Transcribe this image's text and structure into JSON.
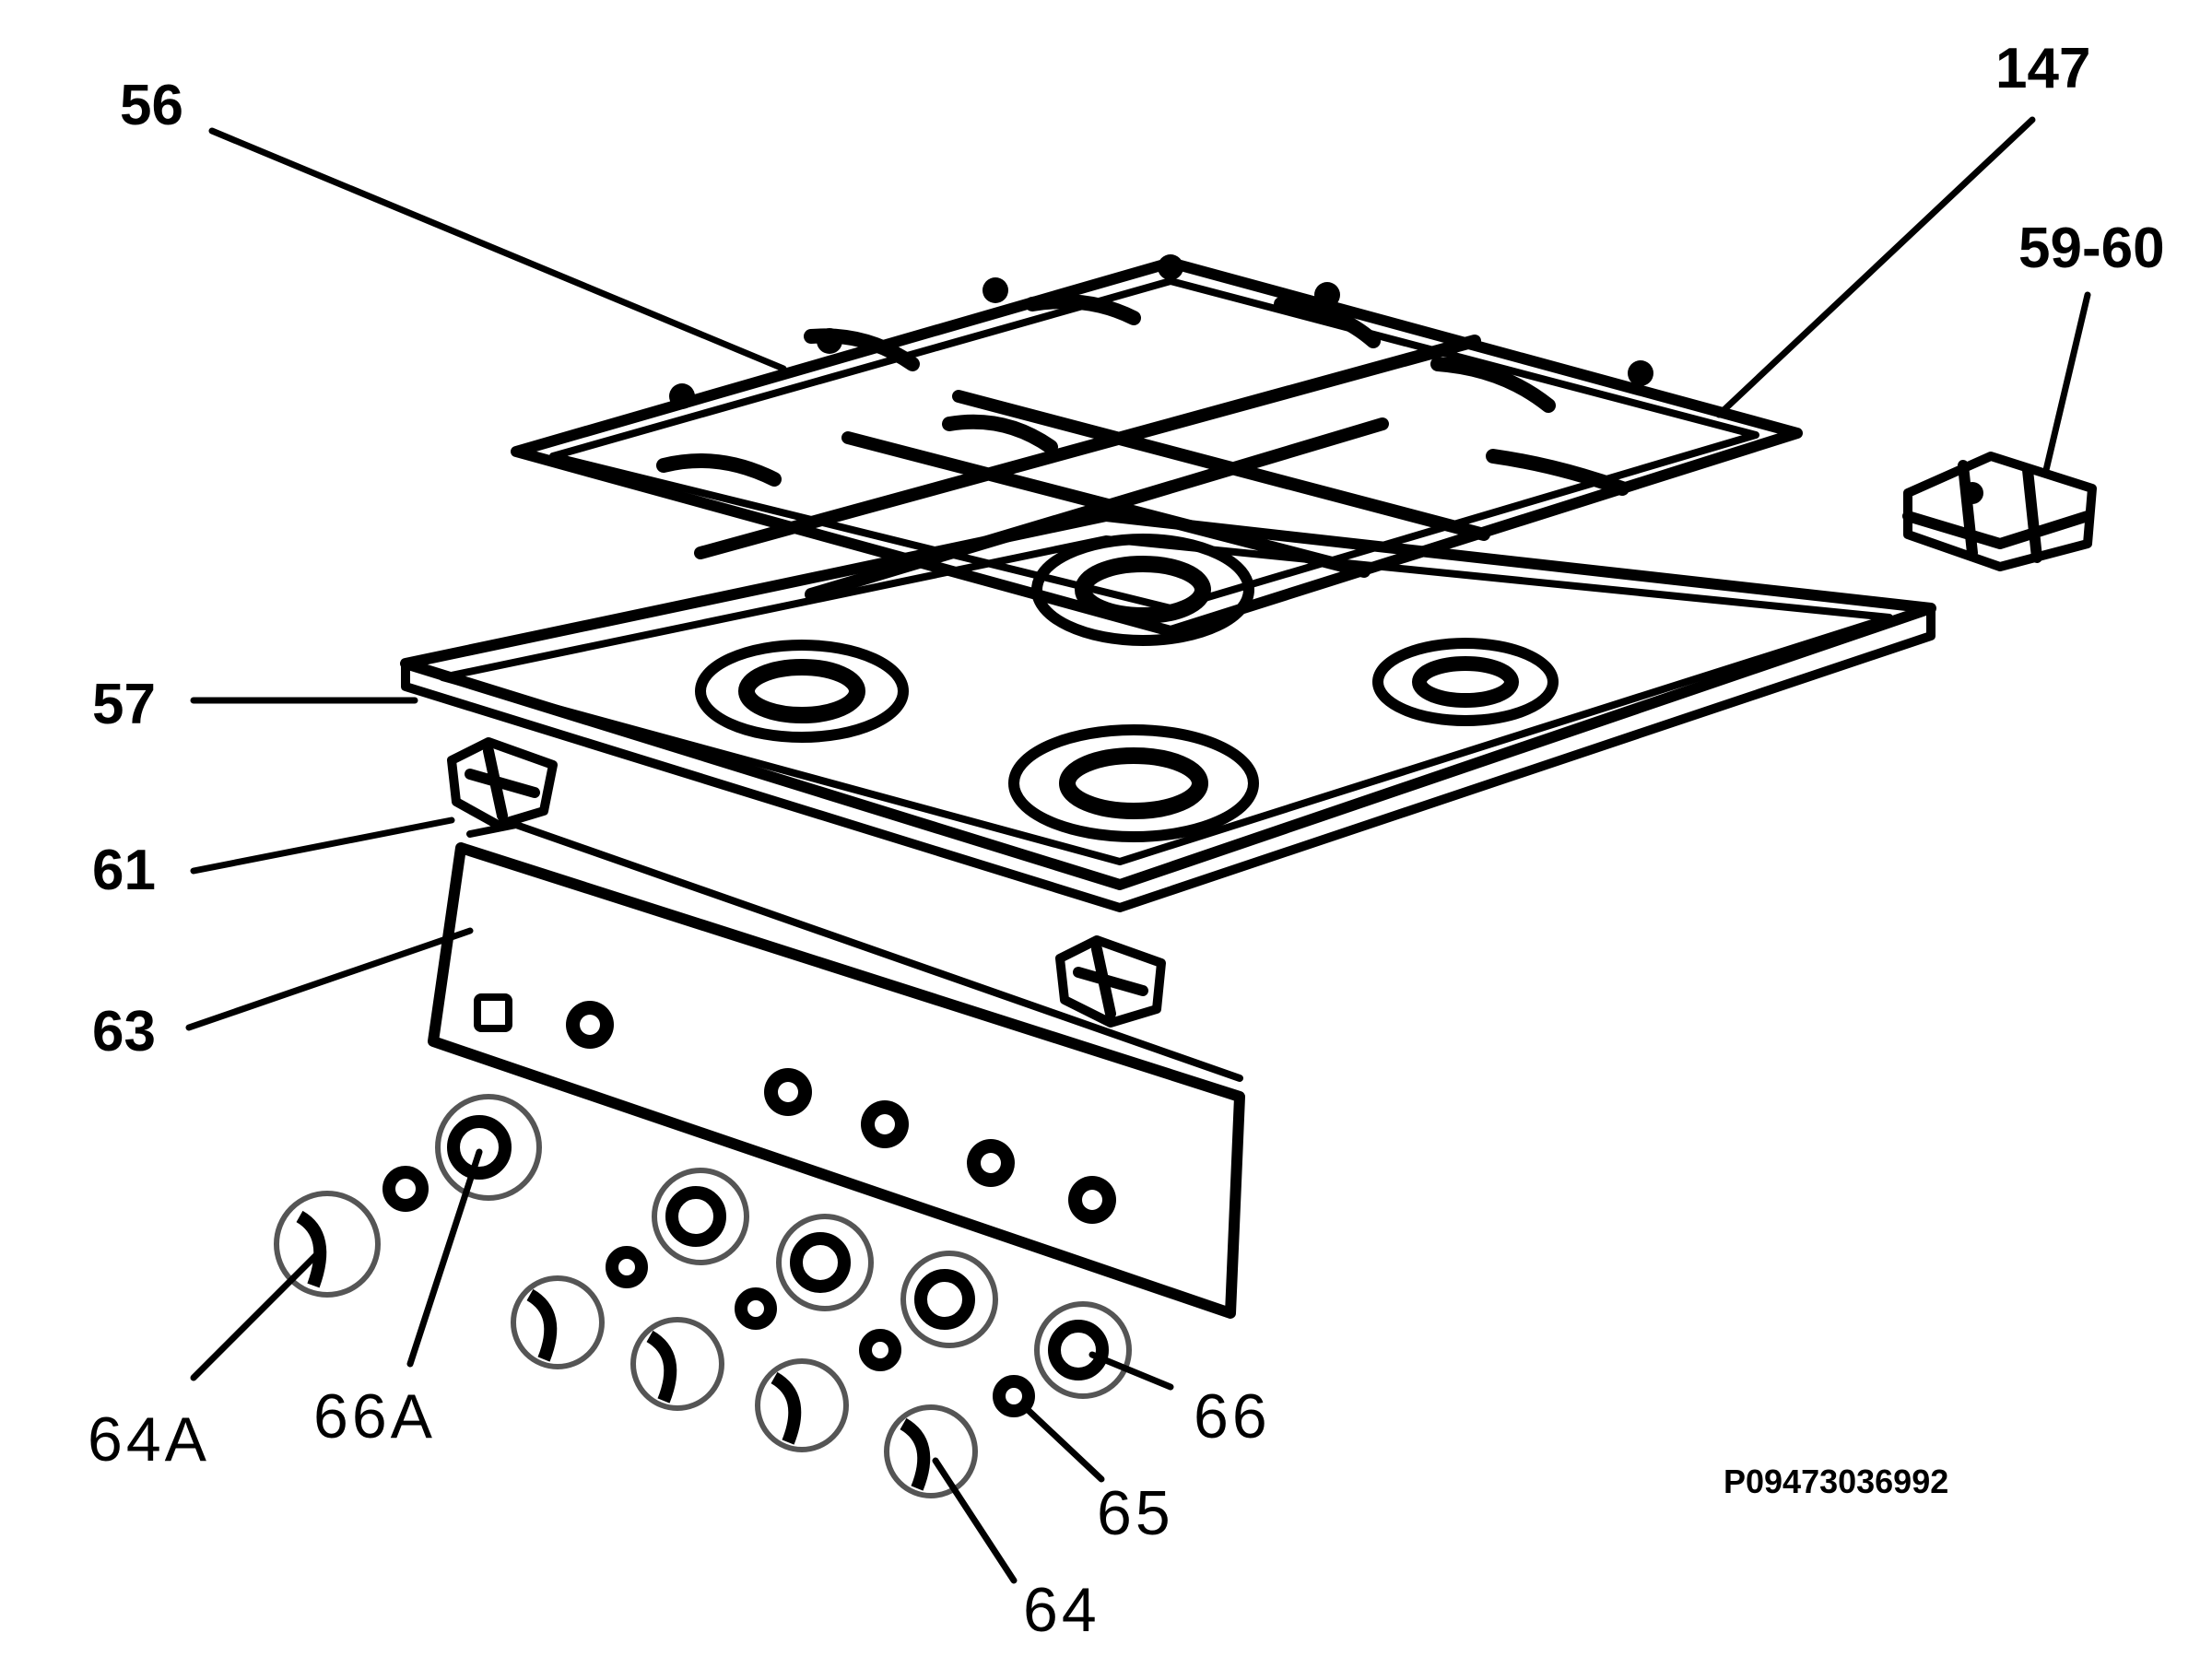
{
  "callouts": {
    "c56": "56",
    "c147": "147",
    "c59_60": "59-60",
    "c57": "57",
    "c61": "61",
    "c63": "63",
    "c64A": "64A",
    "c66A": "66A",
    "c66": "66",
    "c65": "65",
    "c64": "64"
  },
  "drawing_code": "P09473036992"
}
